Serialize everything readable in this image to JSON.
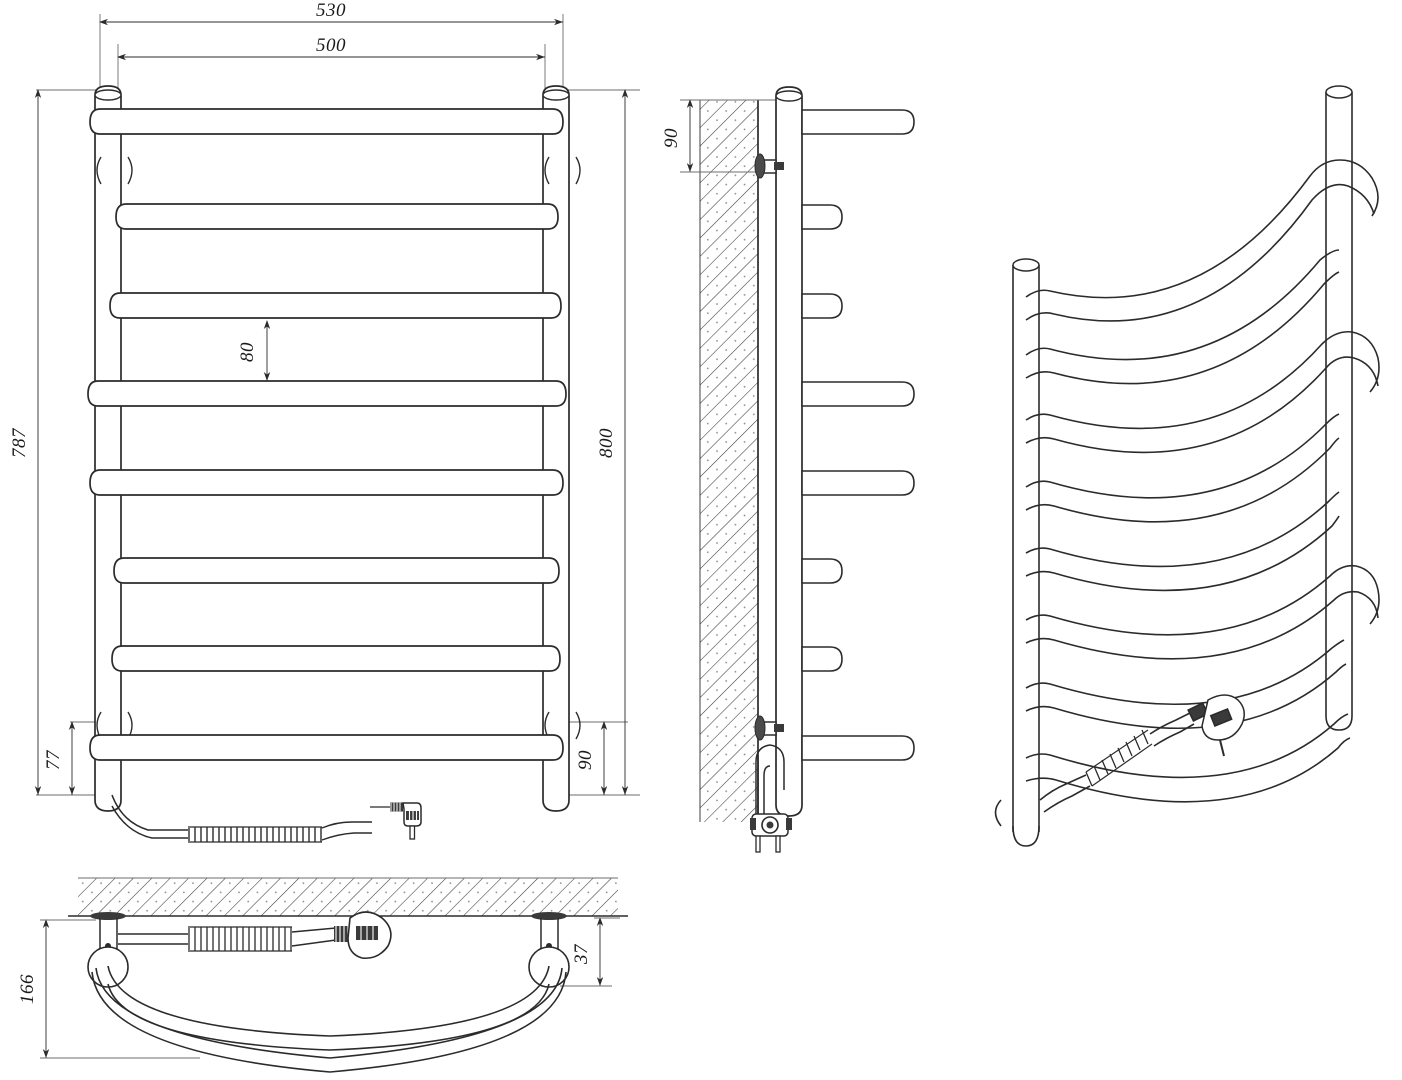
{
  "drawing": {
    "type": "technical-dimension-drawing",
    "subject": "electric heated towel rail ladder radiator",
    "units": "mm",
    "line_color": "#2b2b2b",
    "dim_line_color": "#555555",
    "background_color": "#ffffff"
  },
  "views": {
    "front": {
      "name": "front-elevation-view",
      "rung_count": 8,
      "has_power_cord": true,
      "has_plug": true
    },
    "side": {
      "name": "side-section-view",
      "rung_count": 8,
      "has_wall_hatching": true,
      "has_wall_bracket": true,
      "has_connection_block": true
    },
    "iso": {
      "name": "isometric-3d-view",
      "rung_count": 8,
      "has_power_cord": true,
      "has_plug": true
    },
    "top": {
      "name": "top-plan-view",
      "has_wall_hatching": true,
      "has_power_cord": true,
      "has_plug": true
    }
  },
  "dimensions": {
    "overall_width": "530",
    "inner_width": "500",
    "total_height": "787",
    "mounting_height": "800",
    "rung_pitch": "80",
    "bottom_offset": "77",
    "bottom_bracket_offset": "90",
    "top_bracket_offset": "90",
    "depth": "166",
    "wall_gap": "37"
  }
}
